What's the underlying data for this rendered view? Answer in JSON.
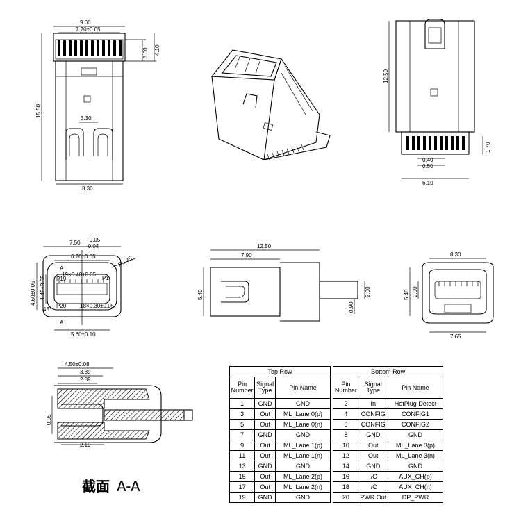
{
  "views": {
    "front": {
      "dim_top_width": "9.00",
      "dim_inner_width": "7.20±0.05",
      "dim_head_height": "3.00",
      "dim_total_head": "4.10",
      "dim_length": "15.50",
      "dim_spring_gap": "3.30",
      "dim_bottom_width": "8.30"
    },
    "side": {
      "dim_length": "12.50",
      "dim_pin_height": "1.70",
      "dim_pitch": "0.40",
      "dim_pin_width": "0.50",
      "dim_bottom_width": "6.10"
    },
    "end": {
      "dim_width": "7.50",
      "dim_width_tol_upper": "+0.05",
      "dim_width_tol_lower": "-0.04",
      "dim_inner": "6.70±0.05",
      "radius": "R0.35",
      "pin_row_top": "19×0.40±0.05",
      "pin_row_bottom": "18×0.30±0.05",
      "dim_height": "4.60±0.05",
      "dim_inner_height": "1.40±0.05",
      "angle": "45°",
      "dim_bottom": "5.60±0.10",
      "label_p19": "P19",
      "label_p1": "P1",
      "label_p20": "P20",
      "section_mark": "A"
    },
    "profile": {
      "dim_length": "12.50",
      "dim_plug": "7.90",
      "dim_height": "5.40",
      "dim_tab": "2.00",
      "dim_tab_offset": "0.90"
    },
    "rear": {
      "dim_width": "8.30",
      "dim_height": "5.40",
      "dim_inner": "2.00",
      "dim_bottom": "7.65"
    },
    "section": {
      "dim_a": "4.50±0.08",
      "dim_b": "3.39",
      "dim_c": "2.89",
      "dim_d": "0.05",
      "dim_e": "2.19",
      "label_cn": "截面",
      "label_aa": "A-A"
    }
  },
  "pin_table": {
    "top_header": "Top Row",
    "bottom_header": "Bottom Row",
    "col_pin": "Pin Number",
    "col_signal": "Signal Type",
    "col_name": "Pin Name",
    "rows": [
      {
        "tp": "1",
        "ts": "GND",
        "tn": "GND",
        "bp": "2",
        "bs": "In",
        "bn": "HotPlug Detect"
      },
      {
        "tp": "3",
        "ts": "Out",
        "tn": "ML_Lane 0(p)",
        "bp": "4",
        "bs": "CONFIG",
        "bn": "CONFIG1"
      },
      {
        "tp": "5",
        "ts": "Out",
        "tn": "ML_Lane 0(n)",
        "bp": "6",
        "bs": "CONFIG",
        "bn": "CONFIG2"
      },
      {
        "tp": "7",
        "ts": "GND",
        "tn": "GND",
        "bp": "8",
        "bs": "GND",
        "bn": "GND"
      },
      {
        "tp": "9",
        "ts": "Out",
        "tn": "ML_Lane 1(p)",
        "bp": "10",
        "bs": "Out",
        "bn": "ML_Lane 3(p)"
      },
      {
        "tp": "11",
        "ts": "Out",
        "tn": "ML_Lane 1(n)",
        "bp": "12",
        "bs": "Out",
        "bn": "ML_Lane 3(n)"
      },
      {
        "tp": "13",
        "ts": "GND",
        "tn": "GND",
        "bp": "14",
        "bs": "GND",
        "bn": "GND"
      },
      {
        "tp": "15",
        "ts": "Out",
        "tn": "ML_Lane 2(p)",
        "bp": "16",
        "bs": "I/O",
        "bn": "AUX_CH(p)"
      },
      {
        "tp": "17",
        "ts": "Out",
        "tn": "ML_Lane 2(n)",
        "bp": "18",
        "bs": "I/O",
        "bn": "AUX_CH(n)"
      },
      {
        "tp": "19",
        "ts": "GND",
        "tn": "GND",
        "bp": "20",
        "bs": "PWR Out",
        "bn": "DP_PWR"
      }
    ]
  }
}
